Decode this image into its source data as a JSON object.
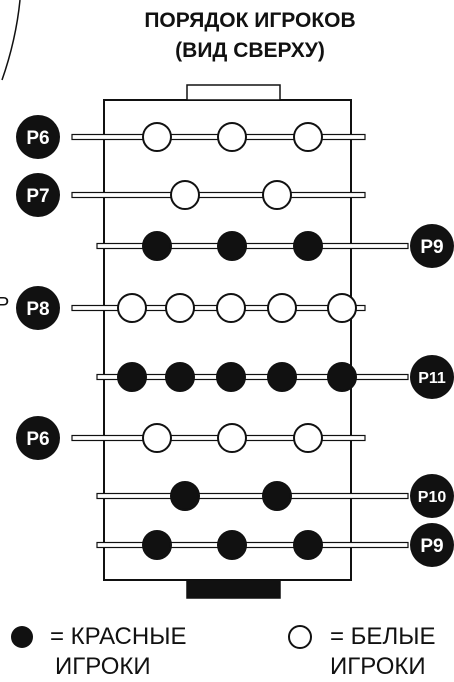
{
  "title": {
    "line1": "ПОРЯДОК ИГРОКОВ",
    "line2": "(ВИД СВЕРХУ)"
  },
  "colors": {
    "red_player": "#111111",
    "white_player": "#ffffff",
    "badge": "#111111"
  },
  "rods": [
    {
      "label": "P6",
      "side": "left",
      "team": "white",
      "count": 3
    },
    {
      "label": "P7",
      "side": "left",
      "team": "white",
      "count": 2
    },
    {
      "label": "P9",
      "side": "right",
      "team": "red",
      "count": 3
    },
    {
      "label": "P8",
      "side": "left",
      "team": "white",
      "count": 5
    },
    {
      "label": "P11",
      "side": "right",
      "team": "red",
      "count": 5
    },
    {
      "label": "P6",
      "side": "left",
      "team": "white",
      "count": 3
    },
    {
      "label": "P10",
      "side": "right",
      "team": "red",
      "count": 2
    },
    {
      "label": "P9",
      "side": "right",
      "team": "red",
      "count": 3
    }
  ],
  "legend": {
    "red": {
      "line1": "= КРАСНЫЕ",
      "line2": "ИГРОКИ"
    },
    "white": {
      "line1": "= БЕЛЫЕ",
      "line2": "ИГРОКИ"
    }
  },
  "stray_label": "P"
}
